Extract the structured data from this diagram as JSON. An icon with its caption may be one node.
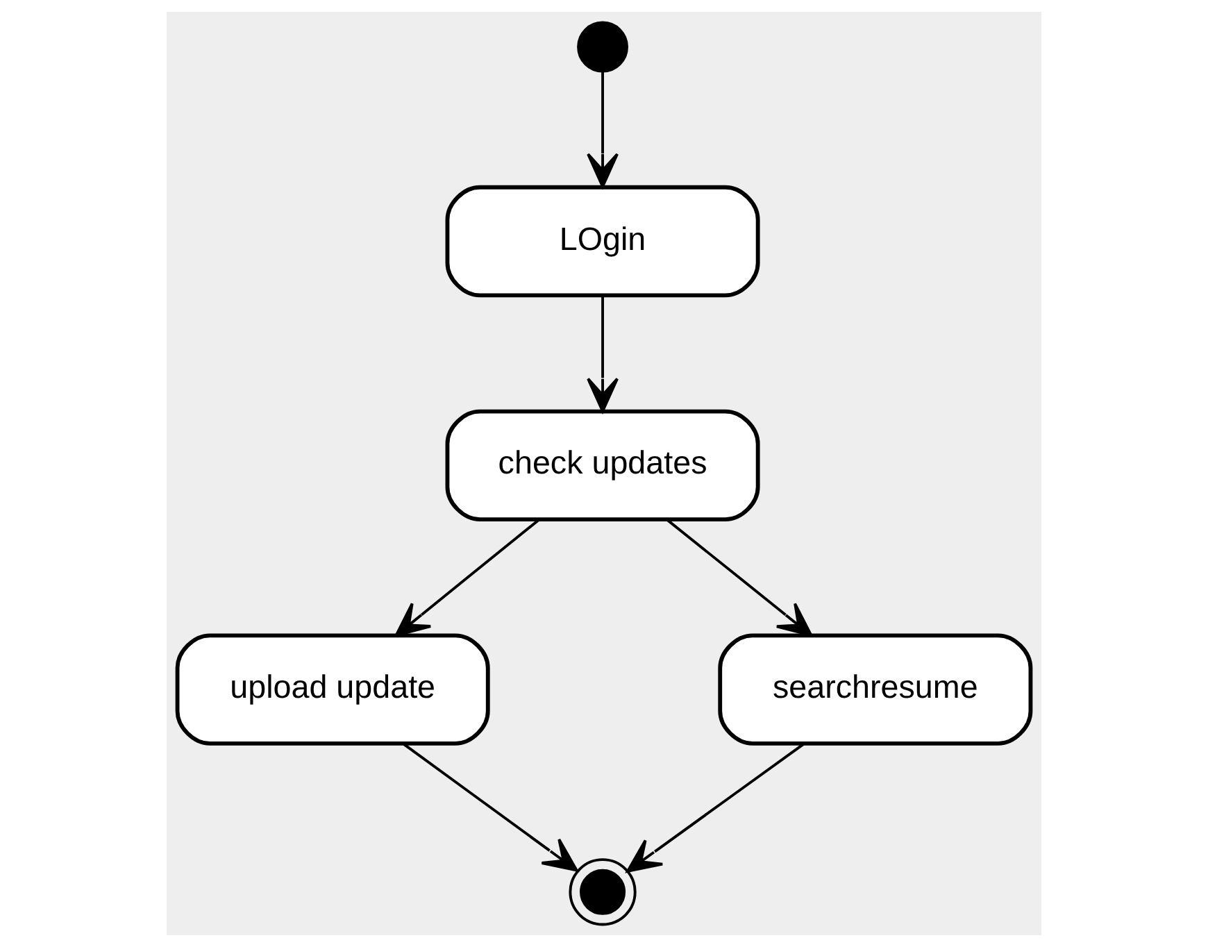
{
  "diagram": {
    "nodes": [
      {
        "text": [],
        "shape": "circle"
      },
      {
        "text": [
          "LOgin"
        ]
      },
      {
        "text": [
          "check updates"
        ]
      },
      {
        "text": [
          "upload update"
        ]
      },
      {
        "text": [
          "searchresume"
        ]
      },
      {
        "text": [],
        "shape": "bullseye"
      }
    ],
    "edges": [
      {
        "from": 0,
        "to": 1,
        "arrow": "to"
      },
      {
        "from": 1,
        "to": 2,
        "arrow": "to"
      },
      {
        "from": 2,
        "to": 3,
        "arrow": "to"
      },
      {
        "from": 2,
        "to": 4,
        "arrow": "to"
      },
      {
        "from": 3,
        "to": 5,
        "arrow": "to"
      },
      {
        "from": 4,
        "to": 5,
        "arrow": "to"
      }
    ]
  }
}
